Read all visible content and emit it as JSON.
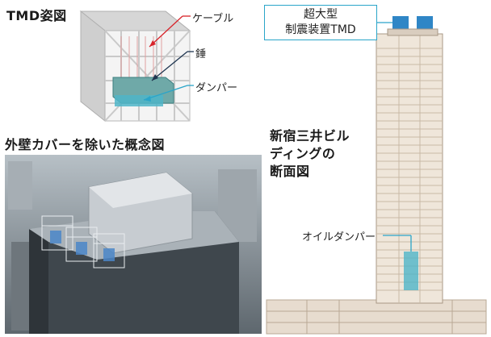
{
  "tmd_section": {
    "title": "TMD姿図",
    "labels": {
      "cable": "ケーブル",
      "weight": "錘",
      "damper": "ダンパー"
    }
  },
  "exterior_section": {
    "title": "外壁カバーを除いた概念図"
  },
  "building_section": {
    "title_lines": [
      "新宿三井ビル",
      "ディングの",
      "断面図"
    ],
    "tmd_box_lines": [
      "超大型",
      "制震装置TMD"
    ],
    "oil_damper_label": "オイルダンパー"
  },
  "colors": {
    "cable_arrow": "#d8232a",
    "weight_arrow": "#1f3550",
    "damper_arrow": "#2aa5c9",
    "damper_fill": "#4fb5c8",
    "tmd_blue": "#2f86c6"
  }
}
